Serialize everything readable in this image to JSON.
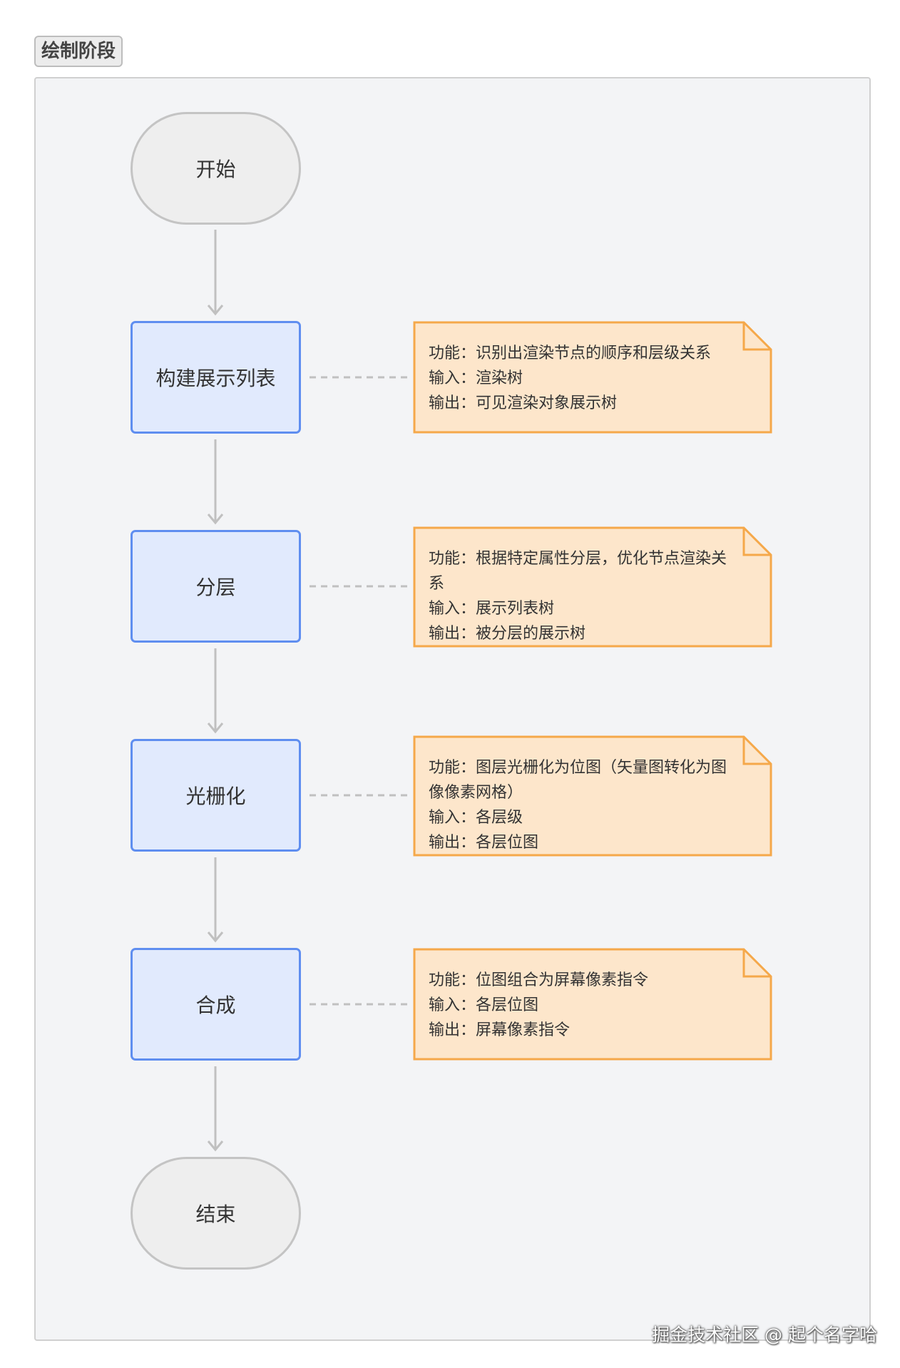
{
  "section_title": "绘制阶段",
  "flow": {
    "start": "开始",
    "end": "结束",
    "steps": [
      {
        "label": "构建展示列表",
        "note": [
          "功能：识别出渲染节点的顺序和层级关系",
          "输入：渲染树",
          "输出：可见渲染对象展示树"
        ]
      },
      {
        "label": "分层",
        "note": [
          "功能：根据特定属性分层，优化节点渲染关系",
          "输入：展示列表树",
          "输出：被分层的展示树"
        ]
      },
      {
        "label": "光栅化",
        "note": [
          "功能：图层光栅化为位图（矢量图转化为图像像素网格）",
          "输入：各层级",
          "输出：各层位图"
        ]
      },
      {
        "label": "合成",
        "note": [
          "功能：位图组合为屏幕像素指令",
          "输入：各层位图",
          "输出：屏幕像素指令"
        ]
      }
    ]
  },
  "colors": {
    "step_fill": "#e1eafd",
    "step_border": "#5f8ef0",
    "note_fill": "#fde6cb",
    "note_border": "#f5a84a",
    "terminal_fill": "#eeeeee",
    "terminal_border": "#c4c4c4",
    "connector": "#c0c0c0"
  },
  "watermark": "掘金技术社区 @ 起个名字哈"
}
